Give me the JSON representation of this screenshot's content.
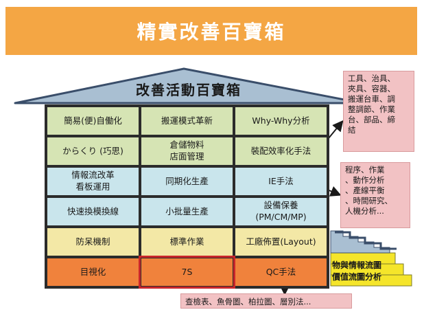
{
  "banner": {
    "title": "精實改善百寶箱"
  },
  "roof": {
    "title": "改善活動百寶箱"
  },
  "grid": {
    "rows": [
      {
        "tone": "green",
        "cells": [
          "簡易(便)自働化",
          "搬運模式革新",
          "Why-Why分析"
        ]
      },
      {
        "tone": "green",
        "cells": [
          "からくり (巧思)",
          "倉儲物料\n店面管理",
          "裝配效率化手法"
        ]
      },
      {
        "tone": "blue",
        "cells": [
          "情報流改革\n看板運用",
          "同期化生產",
          "IE手法"
        ]
      },
      {
        "tone": "blue",
        "cells": [
          "快速換模換線",
          "小批量生產",
          "設備保養\n(PM/CM/MP)"
        ]
      },
      {
        "tone": "yellow",
        "cells": [
          "防呆機制",
          "標準作業",
          "工廠佈置(Layout)"
        ]
      },
      {
        "tone": "orange",
        "cells": [
          "目視化",
          "7S",
          "QC手法"
        ]
      }
    ],
    "highlighted": "7S"
  },
  "notes": {
    "top": "工具、治具、\n夾具、容器、\n搬運台車、調\n整調節、作業\n台、部品、締\n結",
    "middle": "程序、作業\n、動作分析\n、產線平衡\n、時間研究、\n人機分析...",
    "bottom": "查檢表、魚骨圖、柏拉圖、層別法..."
  },
  "stairs": {
    "label": "物與情報流圖\n價值流圖分析"
  },
  "colors": {
    "banner": "#f4a644",
    "roof": "#a9bfd2",
    "green": "#d6e4b4",
    "blue": "#c9e5ec",
    "yellow": "#f3e8a6",
    "orange": "#f0823c",
    "note": "#f2c2c4",
    "stairs_yellow": "#f5e52a",
    "stairs_blue": "#a9bfd2",
    "highlight": "#c8262b"
  }
}
